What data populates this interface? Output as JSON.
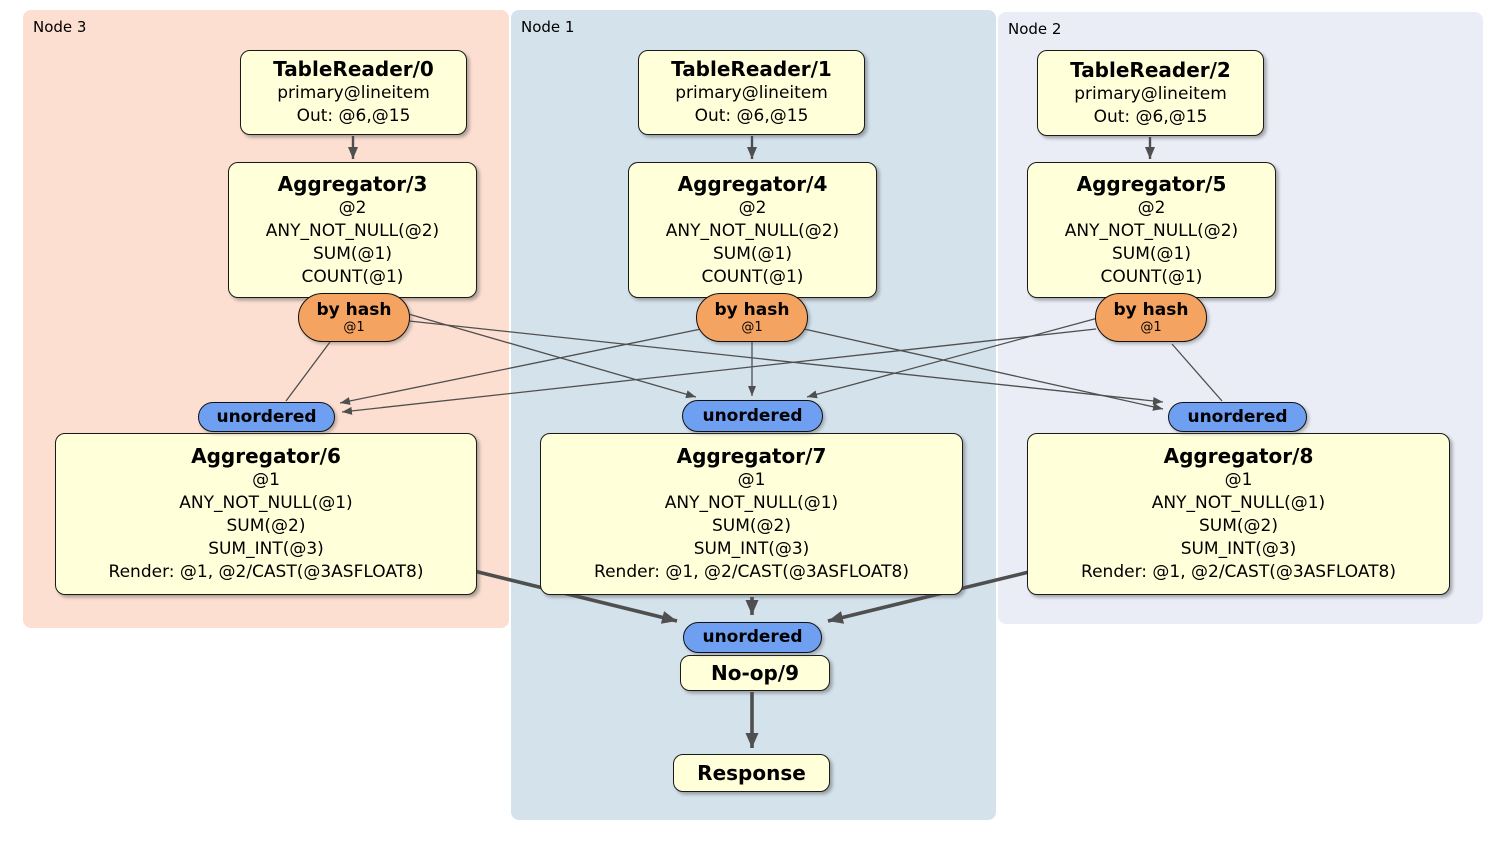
{
  "diagram": {
    "regions": [
      {
        "label": "Node 3"
      },
      {
        "label": "Node 1"
      },
      {
        "label": "Node 2"
      }
    ],
    "processors": {
      "tr0": {
        "title": "TableReader/0",
        "lines": [
          "primary@lineitem",
          "Out: @6,@15"
        ]
      },
      "tr1": {
        "title": "TableReader/1",
        "lines": [
          "primary@lineitem",
          "Out: @6,@15"
        ]
      },
      "tr2": {
        "title": "TableReader/2",
        "lines": [
          "primary@lineitem",
          "Out: @6,@15"
        ]
      },
      "agg3": {
        "title": "Aggregator/3",
        "lines": [
          "@2",
          "ANY_NOT_NULL(@2)",
          "SUM(@1)",
          "COUNT(@1)"
        ]
      },
      "agg4": {
        "title": "Aggregator/4",
        "lines": [
          "@2",
          "ANY_NOT_NULL(@2)",
          "SUM(@1)",
          "COUNT(@1)"
        ]
      },
      "agg5": {
        "title": "Aggregator/5",
        "lines": [
          "@2",
          "ANY_NOT_NULL(@2)",
          "SUM(@1)",
          "COUNT(@1)"
        ]
      },
      "agg6": {
        "title": "Aggregator/6",
        "lines": [
          "@1",
          "ANY_NOT_NULL(@1)",
          "SUM(@2)",
          "SUM_INT(@3)",
          "Render: @1, @2/CAST(@3ASFLOAT8)"
        ]
      },
      "agg7": {
        "title": "Aggregator/7",
        "lines": [
          "@1",
          "ANY_NOT_NULL(@1)",
          "SUM(@2)",
          "SUM_INT(@3)",
          "Render: @1, @2/CAST(@3ASFLOAT8)"
        ]
      },
      "agg8": {
        "title": "Aggregator/8",
        "lines": [
          "@1",
          "ANY_NOT_NULL(@1)",
          "SUM(@2)",
          "SUM_INT(@3)",
          "Render: @1, @2/CAST(@3ASFLOAT8)"
        ]
      },
      "noop9": {
        "title": "No-op/9"
      },
      "response": {
        "title": "Response"
      }
    },
    "routers": [
      {
        "label": "by hash",
        "detail": "@1"
      },
      {
        "label": "by hash",
        "detail": "@1"
      },
      {
        "label": "by hash",
        "detail": "@1"
      }
    ],
    "synchronizers": [
      {
        "label": "unordered"
      },
      {
        "label": "unordered"
      },
      {
        "label": "unordered"
      },
      {
        "label": "unordered"
      }
    ],
    "colors": {
      "canvas-bg": "#ffffff",
      "region-node3-bg": "#fcdfd0",
      "region-node1-bg": "#d4e2ec",
      "region-node2-bg": "#eaedf6",
      "processor-fill": "#ffffd9",
      "processor-border": "#1a1a1a",
      "router-fill": "#f5a361",
      "sync-fill": "#6f9ff1",
      "edge-color": "#4f4f4f"
    }
  }
}
